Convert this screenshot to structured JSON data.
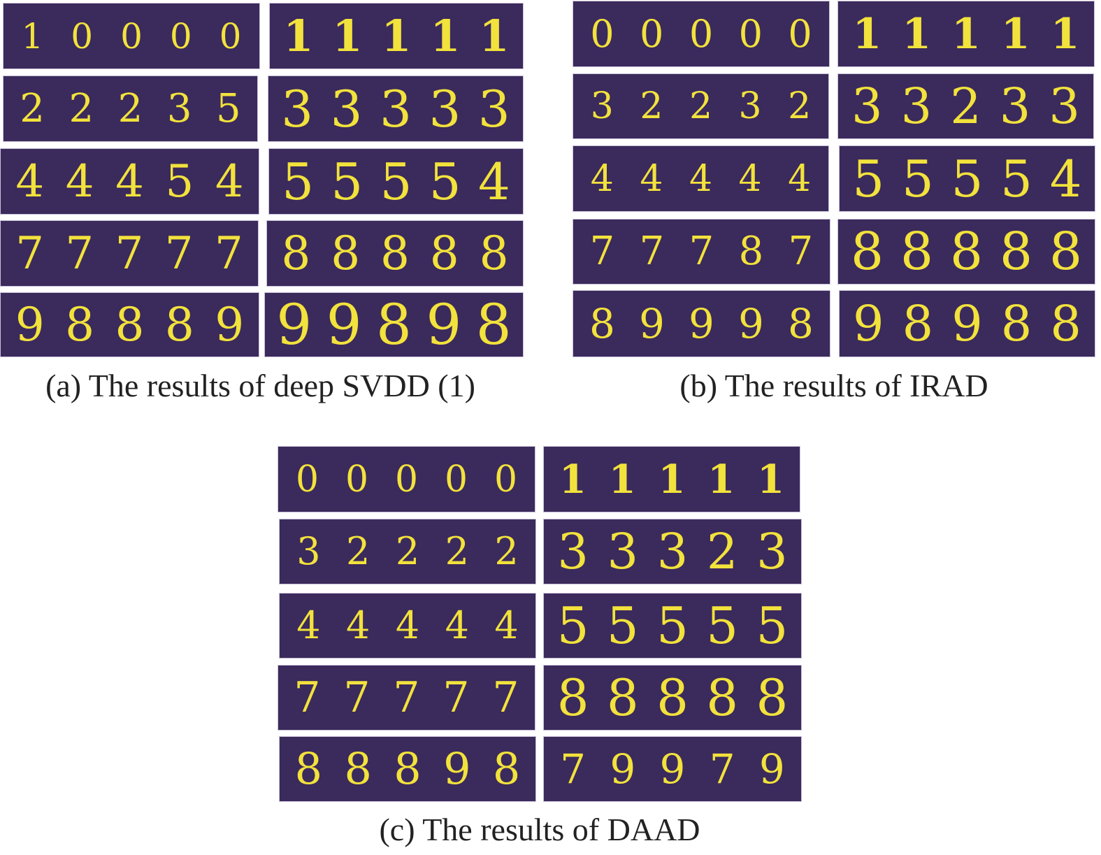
{
  "figures": [
    {
      "caption": "(a) The results of deep SVDD (1)",
      "tiles": [
        [
          "1",
          "0",
          "0",
          "0",
          "0"
        ],
        [
          "1",
          "1",
          "1",
          "1",
          "1"
        ],
        [
          "2",
          "2",
          "2",
          "3",
          "5"
        ],
        [
          "3",
          "3",
          "3",
          "3",
          "3"
        ],
        [
          "4",
          "4",
          "4",
          "5",
          "4"
        ],
        [
          "5",
          "5",
          "5",
          "5",
          "4"
        ],
        [
          "7",
          "7",
          "7",
          "7",
          "7"
        ],
        [
          "8",
          "8",
          "8",
          "8",
          "8"
        ],
        [
          "9",
          "8",
          "8",
          "8",
          "9"
        ],
        [
          "9",
          "9",
          "8",
          "9",
          "8"
        ]
      ]
    },
    {
      "caption": "(b) The results of IRAD",
      "tiles": [
        [
          "0",
          "0",
          "0",
          "0",
          "0"
        ],
        [
          "1",
          "1",
          "1",
          "1",
          "1"
        ],
        [
          "3",
          "2",
          "2",
          "3",
          "2"
        ],
        [
          "3",
          "3",
          "2",
          "3",
          "3"
        ],
        [
          "4",
          "4",
          "4",
          "4",
          "4"
        ],
        [
          "5",
          "5",
          "5",
          "5",
          "4"
        ],
        [
          "7",
          "7",
          "7",
          "8",
          "7"
        ],
        [
          "8",
          "8",
          "8",
          "8",
          "8"
        ],
        [
          "8",
          "9",
          "9",
          "9",
          "8"
        ],
        [
          "9",
          "8",
          "9",
          "8",
          "8"
        ]
      ]
    },
    {
      "caption": "(c) The results of DAAD",
      "tiles": [
        [
          "0",
          "0",
          "0",
          "0",
          "0"
        ],
        [
          "1",
          "1",
          "1",
          "1",
          "1"
        ],
        [
          "3",
          "2",
          "2",
          "2",
          "2"
        ],
        [
          "3",
          "3",
          "3",
          "2",
          "3"
        ],
        [
          "4",
          "4",
          "4",
          "4",
          "4"
        ],
        [
          "5",
          "5",
          "5",
          "5",
          "5"
        ],
        [
          "7",
          "7",
          "7",
          "7",
          "7"
        ],
        [
          "8",
          "8",
          "8",
          "8",
          "8"
        ],
        [
          "8",
          "8",
          "8",
          "9",
          "8"
        ],
        [
          "7",
          "9",
          "9",
          "7",
          "9"
        ]
      ]
    }
  ]
}
